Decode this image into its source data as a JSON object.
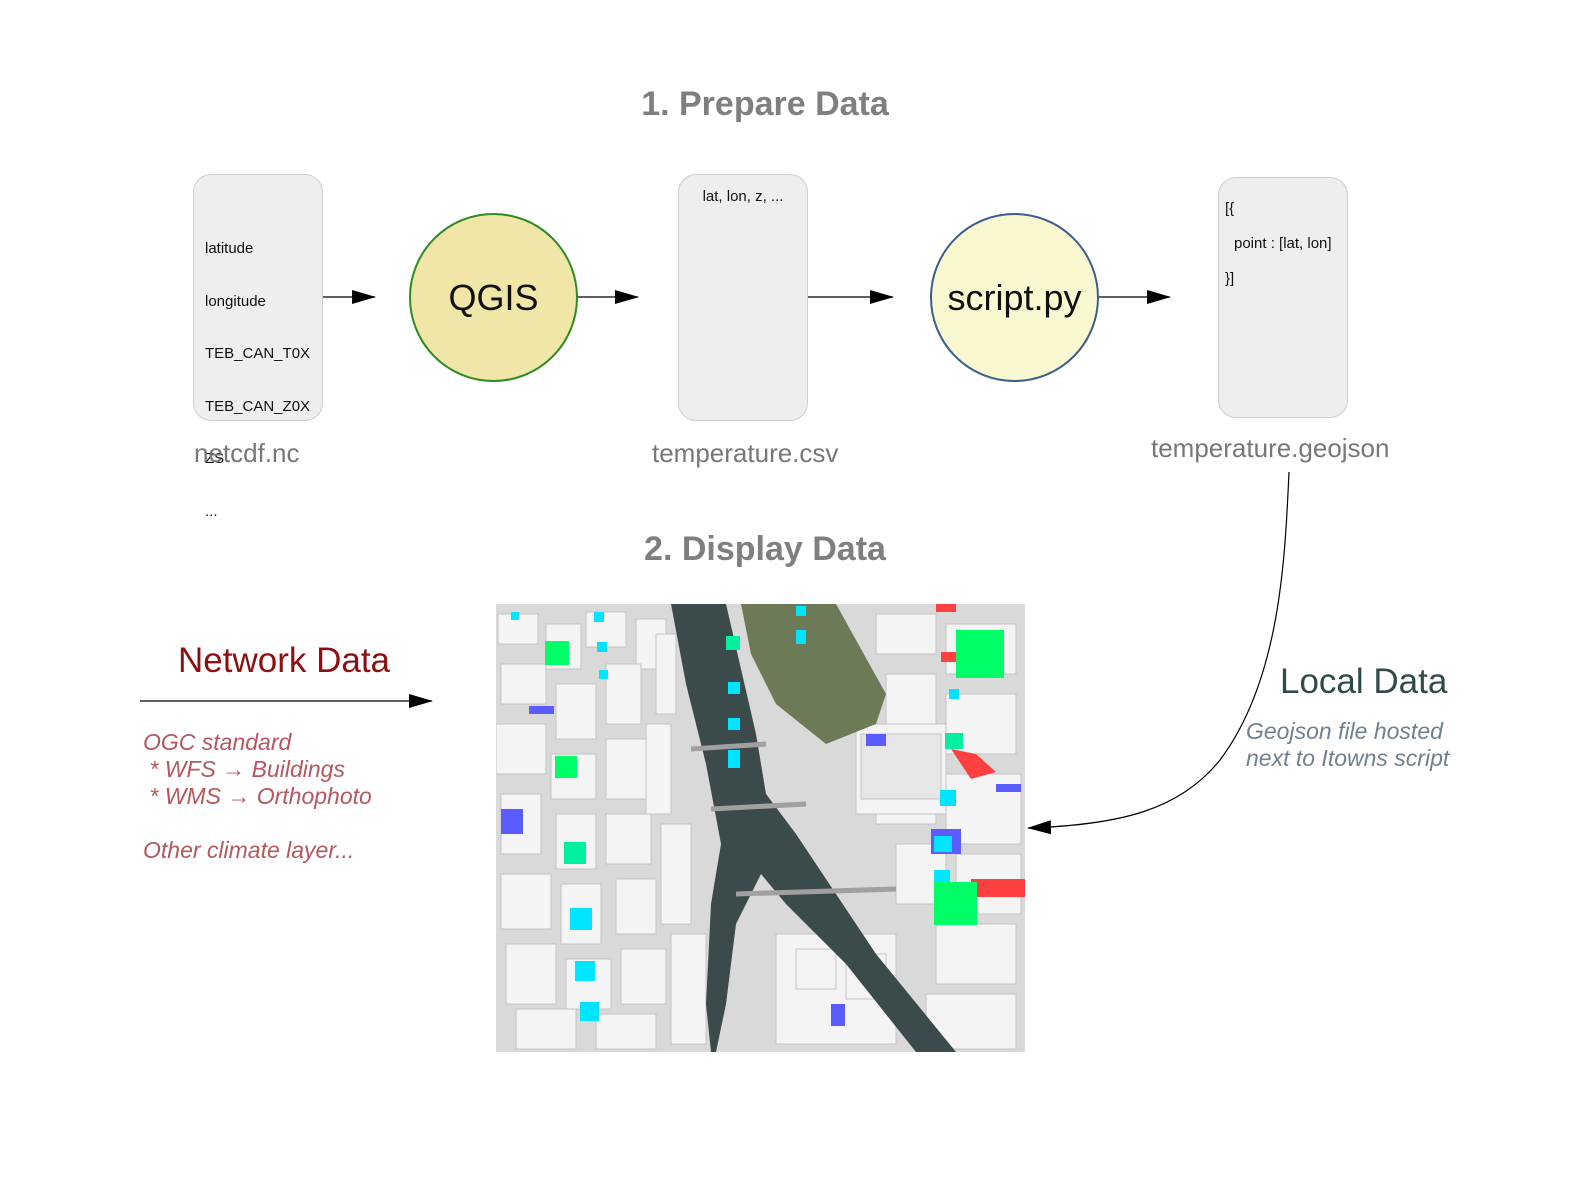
{
  "sections": {
    "prepare": "1. Prepare Data",
    "display": "2. Display Data"
  },
  "pipeline": {
    "netcdf_fields": [
      "latitude",
      "longitude",
      "TEB_CAN_T0X",
      "TEB_CAN_Z0X",
      "ZS",
      "..."
    ],
    "netcdf_label": "netcdf.nc",
    "qgis_label": "QGIS",
    "csv_fields": "lat, lon, z, ...",
    "csv_label": "temperature.csv",
    "script_label": "script.py",
    "geojson_lines": [
      "[{",
      "point : [lat, lon]",
      "}]"
    ],
    "geojson_label": "temperature.geojson"
  },
  "network": {
    "title": "Network Data",
    "notes": [
      "OGC standard",
      " * WFS → Buildings",
      " * WMS → Orthophoto",
      "",
      "Other climate layer..."
    ]
  },
  "local": {
    "title": "Local Data",
    "notes": [
      "Geojson file hosted",
      "next to Itowns script"
    ]
  },
  "colors": {
    "qgis_fill": "#efe6a7",
    "qgis_stroke": "#2e8b22",
    "script_fill": "#f9f8d1",
    "script_stroke": "#3b5f8a",
    "marker_green": "#00ff66",
    "marker_cyan": "#00e5ff",
    "marker_mint": "#00f0a0",
    "marker_blue": "#5a5cff",
    "marker_red": "#ff4040"
  }
}
